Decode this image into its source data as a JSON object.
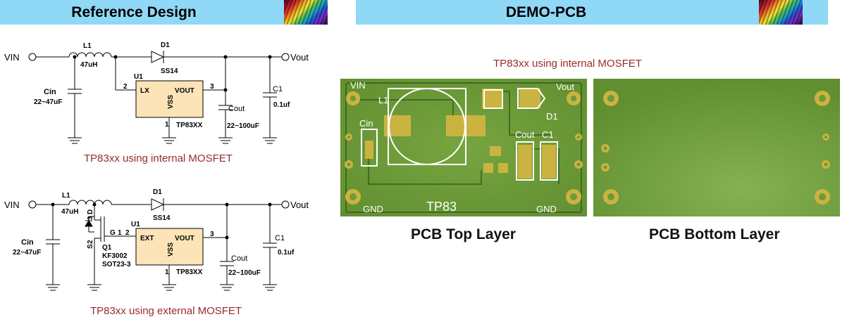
{
  "left_header": {
    "title": "Reference Design"
  },
  "right_header": {
    "title": "DEMO-PCB"
  },
  "schematic_top": {
    "vin": "VIN",
    "vout": "Vout",
    "l1": "L1",
    "l1_value": "47uH",
    "d1": "D1",
    "d1_value": "SS14",
    "u1": "U1",
    "lx": "LX",
    "vout_pin": "VOUT",
    "vss": "VSS",
    "ic": "TP83XX",
    "pin2": "2",
    "pin3": "3",
    "pin1": "1",
    "cin": "Cin",
    "cin_value": "22~47uF",
    "cout": "Cout",
    "cout_value": "22~100uF",
    "c1": "C1",
    "c1_value": "0.1uf",
    "caption": "TP83xx using internal MOSFET"
  },
  "schematic_bottom": {
    "vin": "VIN",
    "vout": "Vout",
    "l1": "L1",
    "l1_value": "47uH",
    "d1": "D1",
    "d1_value": "SS14",
    "u1": "U1",
    "ext": "EXT",
    "vout_pin": "VOUT",
    "vss": "VSS",
    "ic": "TP83XX",
    "q1_d": "D",
    "q1_g": "G",
    "q1_s": "S",
    "q1_pin3": "3",
    "q1_pin1": "1",
    "q1_pin2": "2",
    "pin2": "2",
    "pin3": "3",
    "pin1": "1",
    "q1": "Q1",
    "q1_part": "KF3002",
    "q1_pkg": "SOT23-3",
    "cin": "Cin",
    "cin_value": "22~47uF",
    "cout": "Cout",
    "cout_value": "22~100uF",
    "c1": "C1",
    "c1_value": "0.1uf",
    "caption": "TP83xx using external MOSFET"
  },
  "pcb": {
    "caption": "TP83xx using internal MOSFET",
    "top": {
      "label": "PCB Top Layer",
      "silk": {
        "vin": "VIN",
        "vout": "Vout",
        "l1": "L1",
        "d1": "D1",
        "cin": "Cin",
        "cout": "Cout",
        "c1": "C1",
        "gnd_left": "GND",
        "gnd_right": "GND",
        "brand": "TP83"
      }
    },
    "bottom": {
      "label": "PCB Bottom Layer"
    }
  },
  "colors": {
    "header": "#8fd8f6",
    "caption": "#9a2a2a",
    "ic_fill": "#fce4b8",
    "pcb_green": "#6c9a38",
    "pad_gold": "#cbb341",
    "silk": "#ffffff"
  }
}
